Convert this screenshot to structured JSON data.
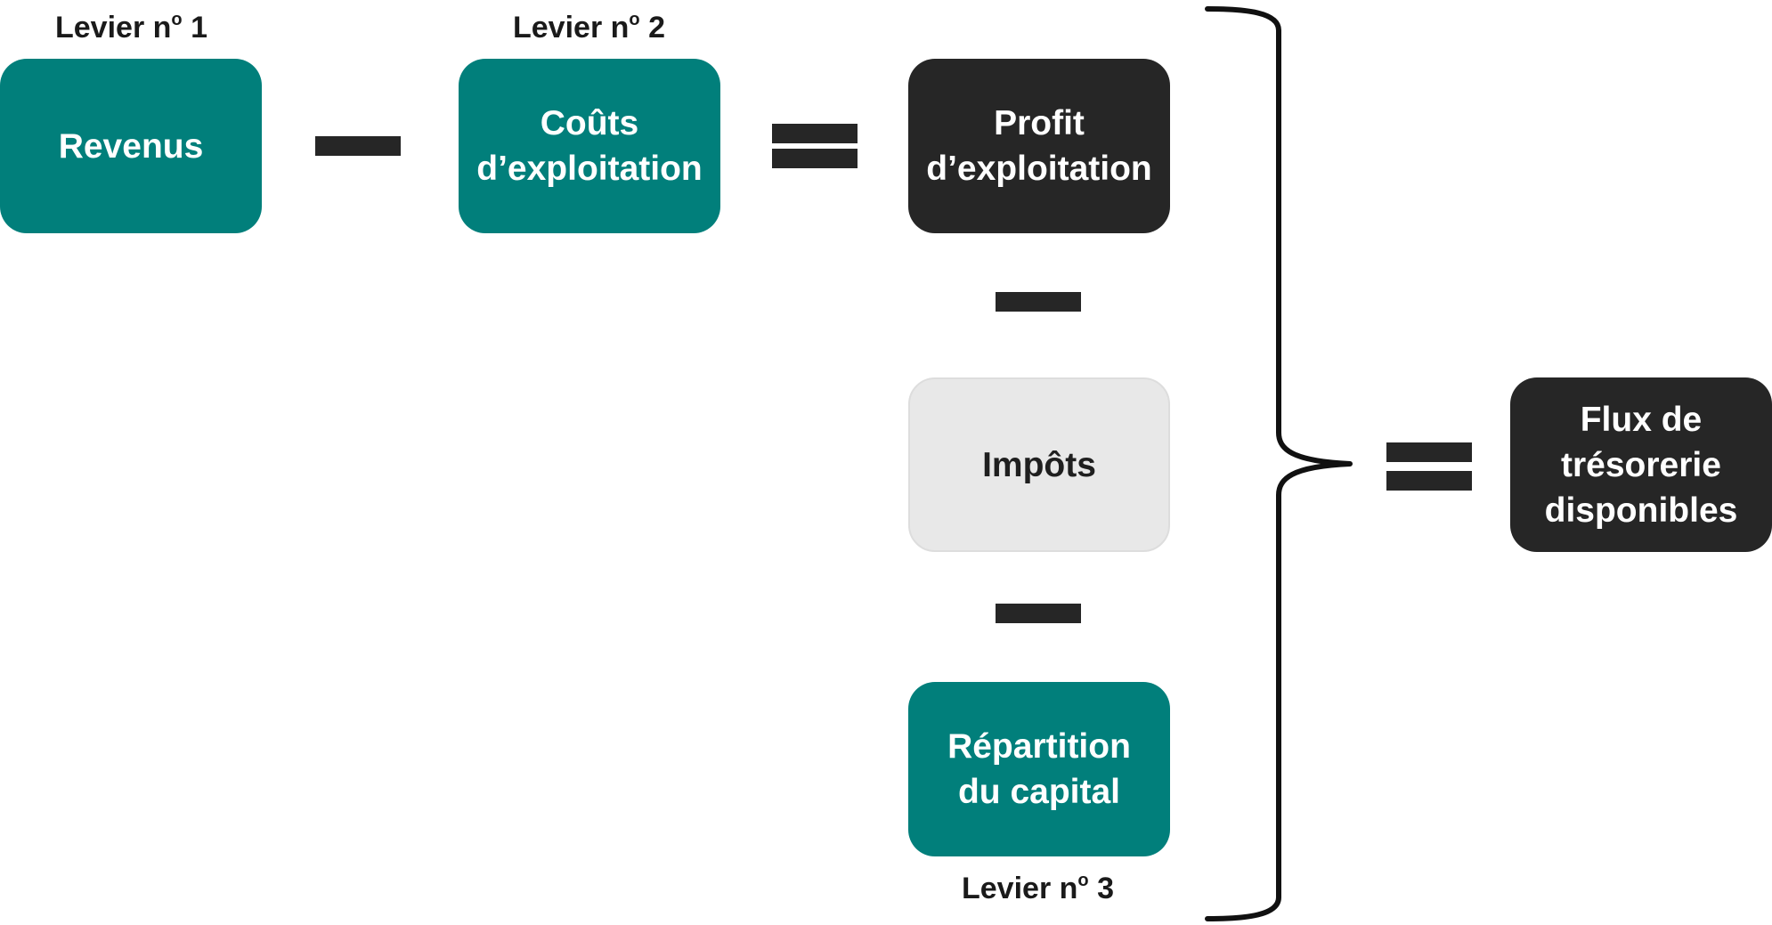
{
  "levers": {
    "lever1": {
      "prefix": "Levier n",
      "superscript": "o",
      "number": "1"
    },
    "lever2": {
      "prefix": "Levier n",
      "superscript": "o",
      "number": "2"
    },
    "lever3": {
      "prefix": "Levier n",
      "superscript": "o",
      "number": "3"
    }
  },
  "boxes": {
    "revenus": "Revenus",
    "couts": "Coûts\nd’exploitation",
    "profit": "Profit\nd’exploitation",
    "impots": "Impôts",
    "repartition": "Répartition\ndu capital",
    "flux": "Flux de\ntrésorerie\ndisponibles"
  },
  "colors": {
    "teal": "#017f7b",
    "dark": "#262626",
    "light": "#e8e8e8",
    "operator": "#262626"
  },
  "operators": [
    "minus",
    "equals",
    "minus",
    "minus",
    "equals"
  ]
}
